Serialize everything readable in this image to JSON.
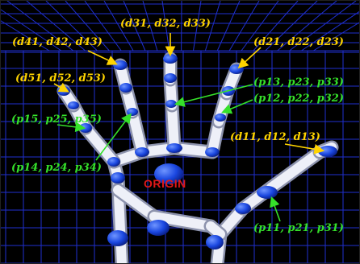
{
  "colors": {
    "background": "#000000",
    "grid": "#1f2fd0",
    "bone": "#e9eaf4",
    "joint": "#1a47e0",
    "label_distal": "#ffd400",
    "label_proximal": "#35e12a",
    "arrow_distal": "#ffd400",
    "arrow_proximal": "#35e12a",
    "origin": "#e01818"
  },
  "origin_label": "ORIGIN",
  "distal_labels": [
    {
      "id": "d3",
      "text": "(d31, d32, d33)"
    },
    {
      "id": "d4",
      "text": "(d41, d42, d43)"
    },
    {
      "id": "d2",
      "text": "(d21, d22, d23)"
    },
    {
      "id": "d5",
      "text": "(d51, d52, d53)"
    },
    {
      "id": "d1",
      "text": "(d11, d12, d13)"
    }
  ],
  "proximal_labels": [
    {
      "id": "p3",
      "text": "(p13, p23, p33)"
    },
    {
      "id": "p2",
      "text": "(p12, p22, p32)"
    },
    {
      "id": "p5",
      "text": "(p15, p25, p35)"
    },
    {
      "id": "p4",
      "text": "(p14, p24, p34)"
    },
    {
      "id": "p1",
      "text": "(p11, p21, p31)"
    }
  ]
}
